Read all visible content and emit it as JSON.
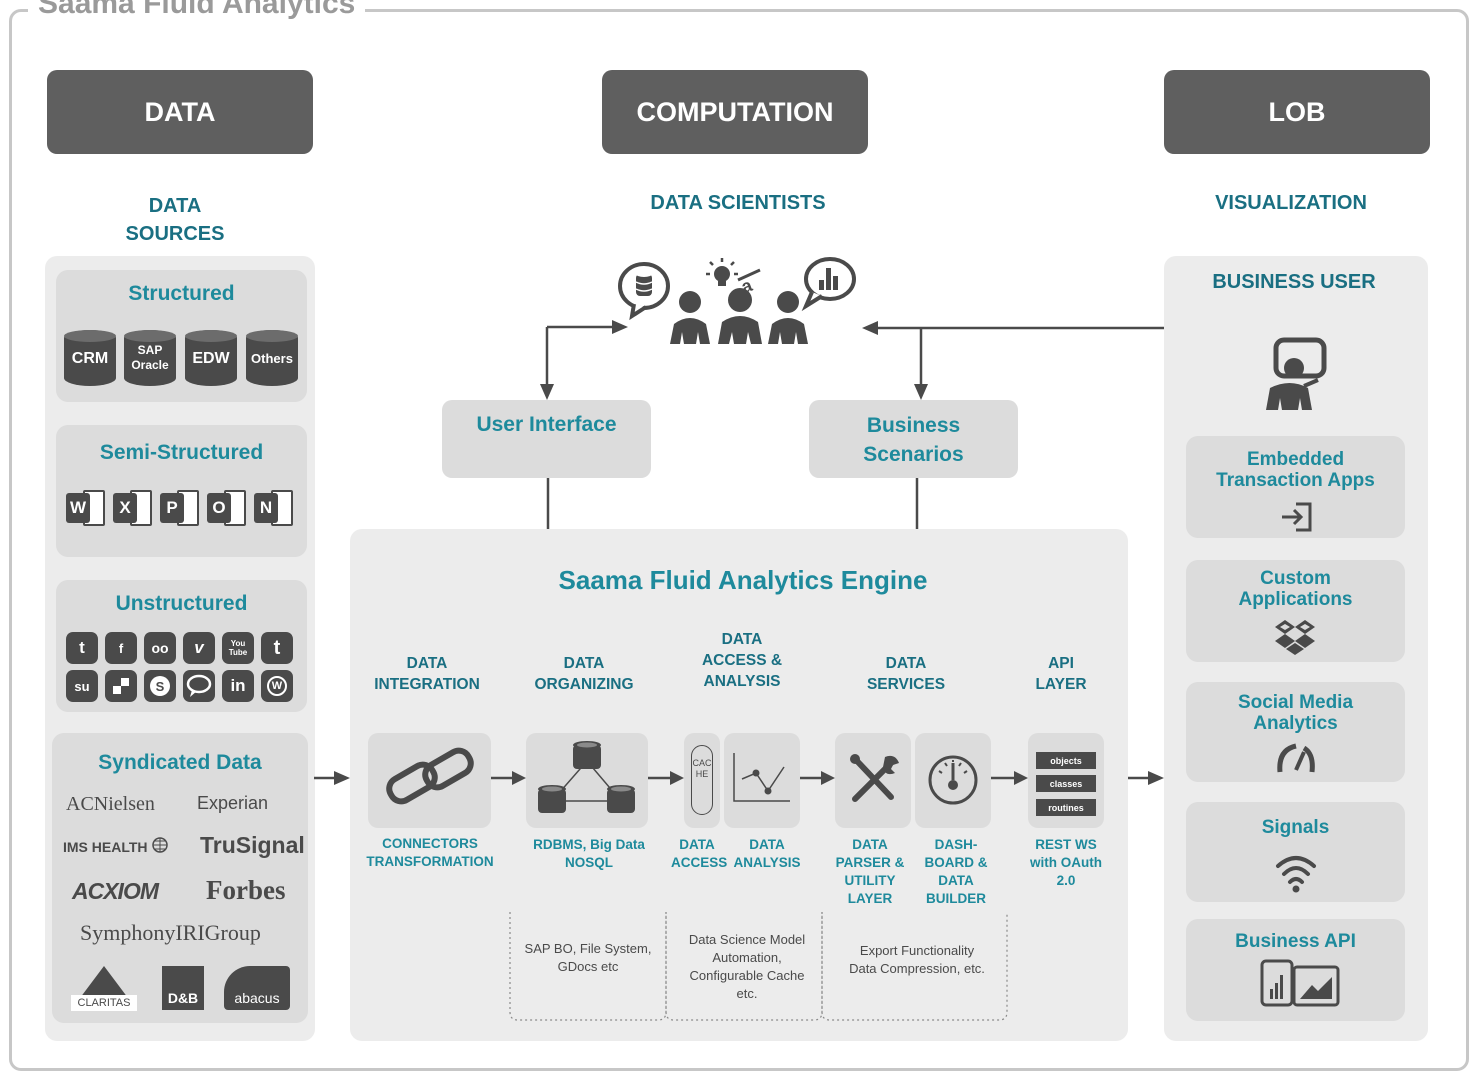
{
  "frame_title": "Saama Fluid Analytics",
  "columns": {
    "data": "DATA",
    "computation": "COMPUTATION",
    "lob": "LOB"
  },
  "subheads": {
    "data_sources": "DATA SOURCES",
    "data_scientists": "DATA SCIENTISTS",
    "visualization": "VISUALIZATION"
  },
  "sources": {
    "structured": {
      "title": "Structured",
      "items": [
        "CRM",
        "SAP Oracle",
        "EDW",
        "Others"
      ]
    },
    "semi_structured": {
      "title": "Semi-Structured",
      "items": [
        "W",
        "X",
        "P",
        "O",
        "N"
      ]
    },
    "unstructured": {
      "title": "Unstructured",
      "row1": [
        "t",
        "f",
        "oo",
        "v",
        "You Tube",
        "t"
      ],
      "row2": [
        "su",
        "d",
        "S",
        "",
        "in",
        "W"
      ]
    },
    "syndicated": {
      "title": "Syndicated Data",
      "brands": [
        "ACNielsen",
        "Experian",
        "IMS HEALTH",
        "TruSignal",
        "ACXIOM",
        "Forbes",
        "SymphonyIRIGroup",
        "CLARITAS",
        "D&B",
        "abacus"
      ]
    }
  },
  "computation": {
    "user_interface": "User Interface",
    "business_scenarios": "Business Scenarios",
    "engine_title": "Saama Fluid Analytics Engine",
    "sections": {
      "integration": "DATA INTEGRATION",
      "organizing": "DATA ORGANIZING",
      "access_analysis": "DATA ACCESS & ANALYSIS",
      "services": "DATA SERVICES",
      "api": "API LAYER"
    },
    "cache_label": "CACHE",
    "api_chips": [
      "objects",
      "classes",
      "routines"
    ],
    "captions": {
      "connectors": "CONNECTORS TRANSFORMATION",
      "rdbms": "RDBMS, Big Data NOSQL",
      "access": "DATA ACCESS",
      "analysis": "DATA ANALYSIS",
      "parser": "DATA PARSER & UTILITY LAYER",
      "dashboard": "DASH- BOARD & DATA BUILDER",
      "rest": "REST WS with OAuth 2.0"
    },
    "notes": {
      "sap": "SAP BO, File System, GDocs etc",
      "science": "Data Science Model Automation, Configurable Cache etc.",
      "export": "Export Functionality Data Compression, etc."
    }
  },
  "lob": {
    "business_user": "BUSINESS USER",
    "cards": [
      "Embedded Transaction Apps",
      "Custom Applications",
      "Social Media Analytics",
      "Signals",
      "Business API"
    ]
  },
  "icons": [
    "database-icon",
    "lightbulb-icon",
    "chart-icon",
    "people-icon",
    "chain-link-icon",
    "network-db-icon",
    "line-chart-icon",
    "tools-icon",
    "gauge-icon",
    "user-screen-icon",
    "login-icon",
    "dropbox-icon",
    "speedometer-icon",
    "wifi-icon",
    "analytics-icon"
  ],
  "colors": {
    "teal": "#1e8a9c",
    "dark_teal": "#1a6f82",
    "header_gray": "#5f5f5f",
    "panel_gray": "#ececec",
    "card_gray": "#dcdcdc",
    "icon_gray": "#4a4a4a"
  }
}
